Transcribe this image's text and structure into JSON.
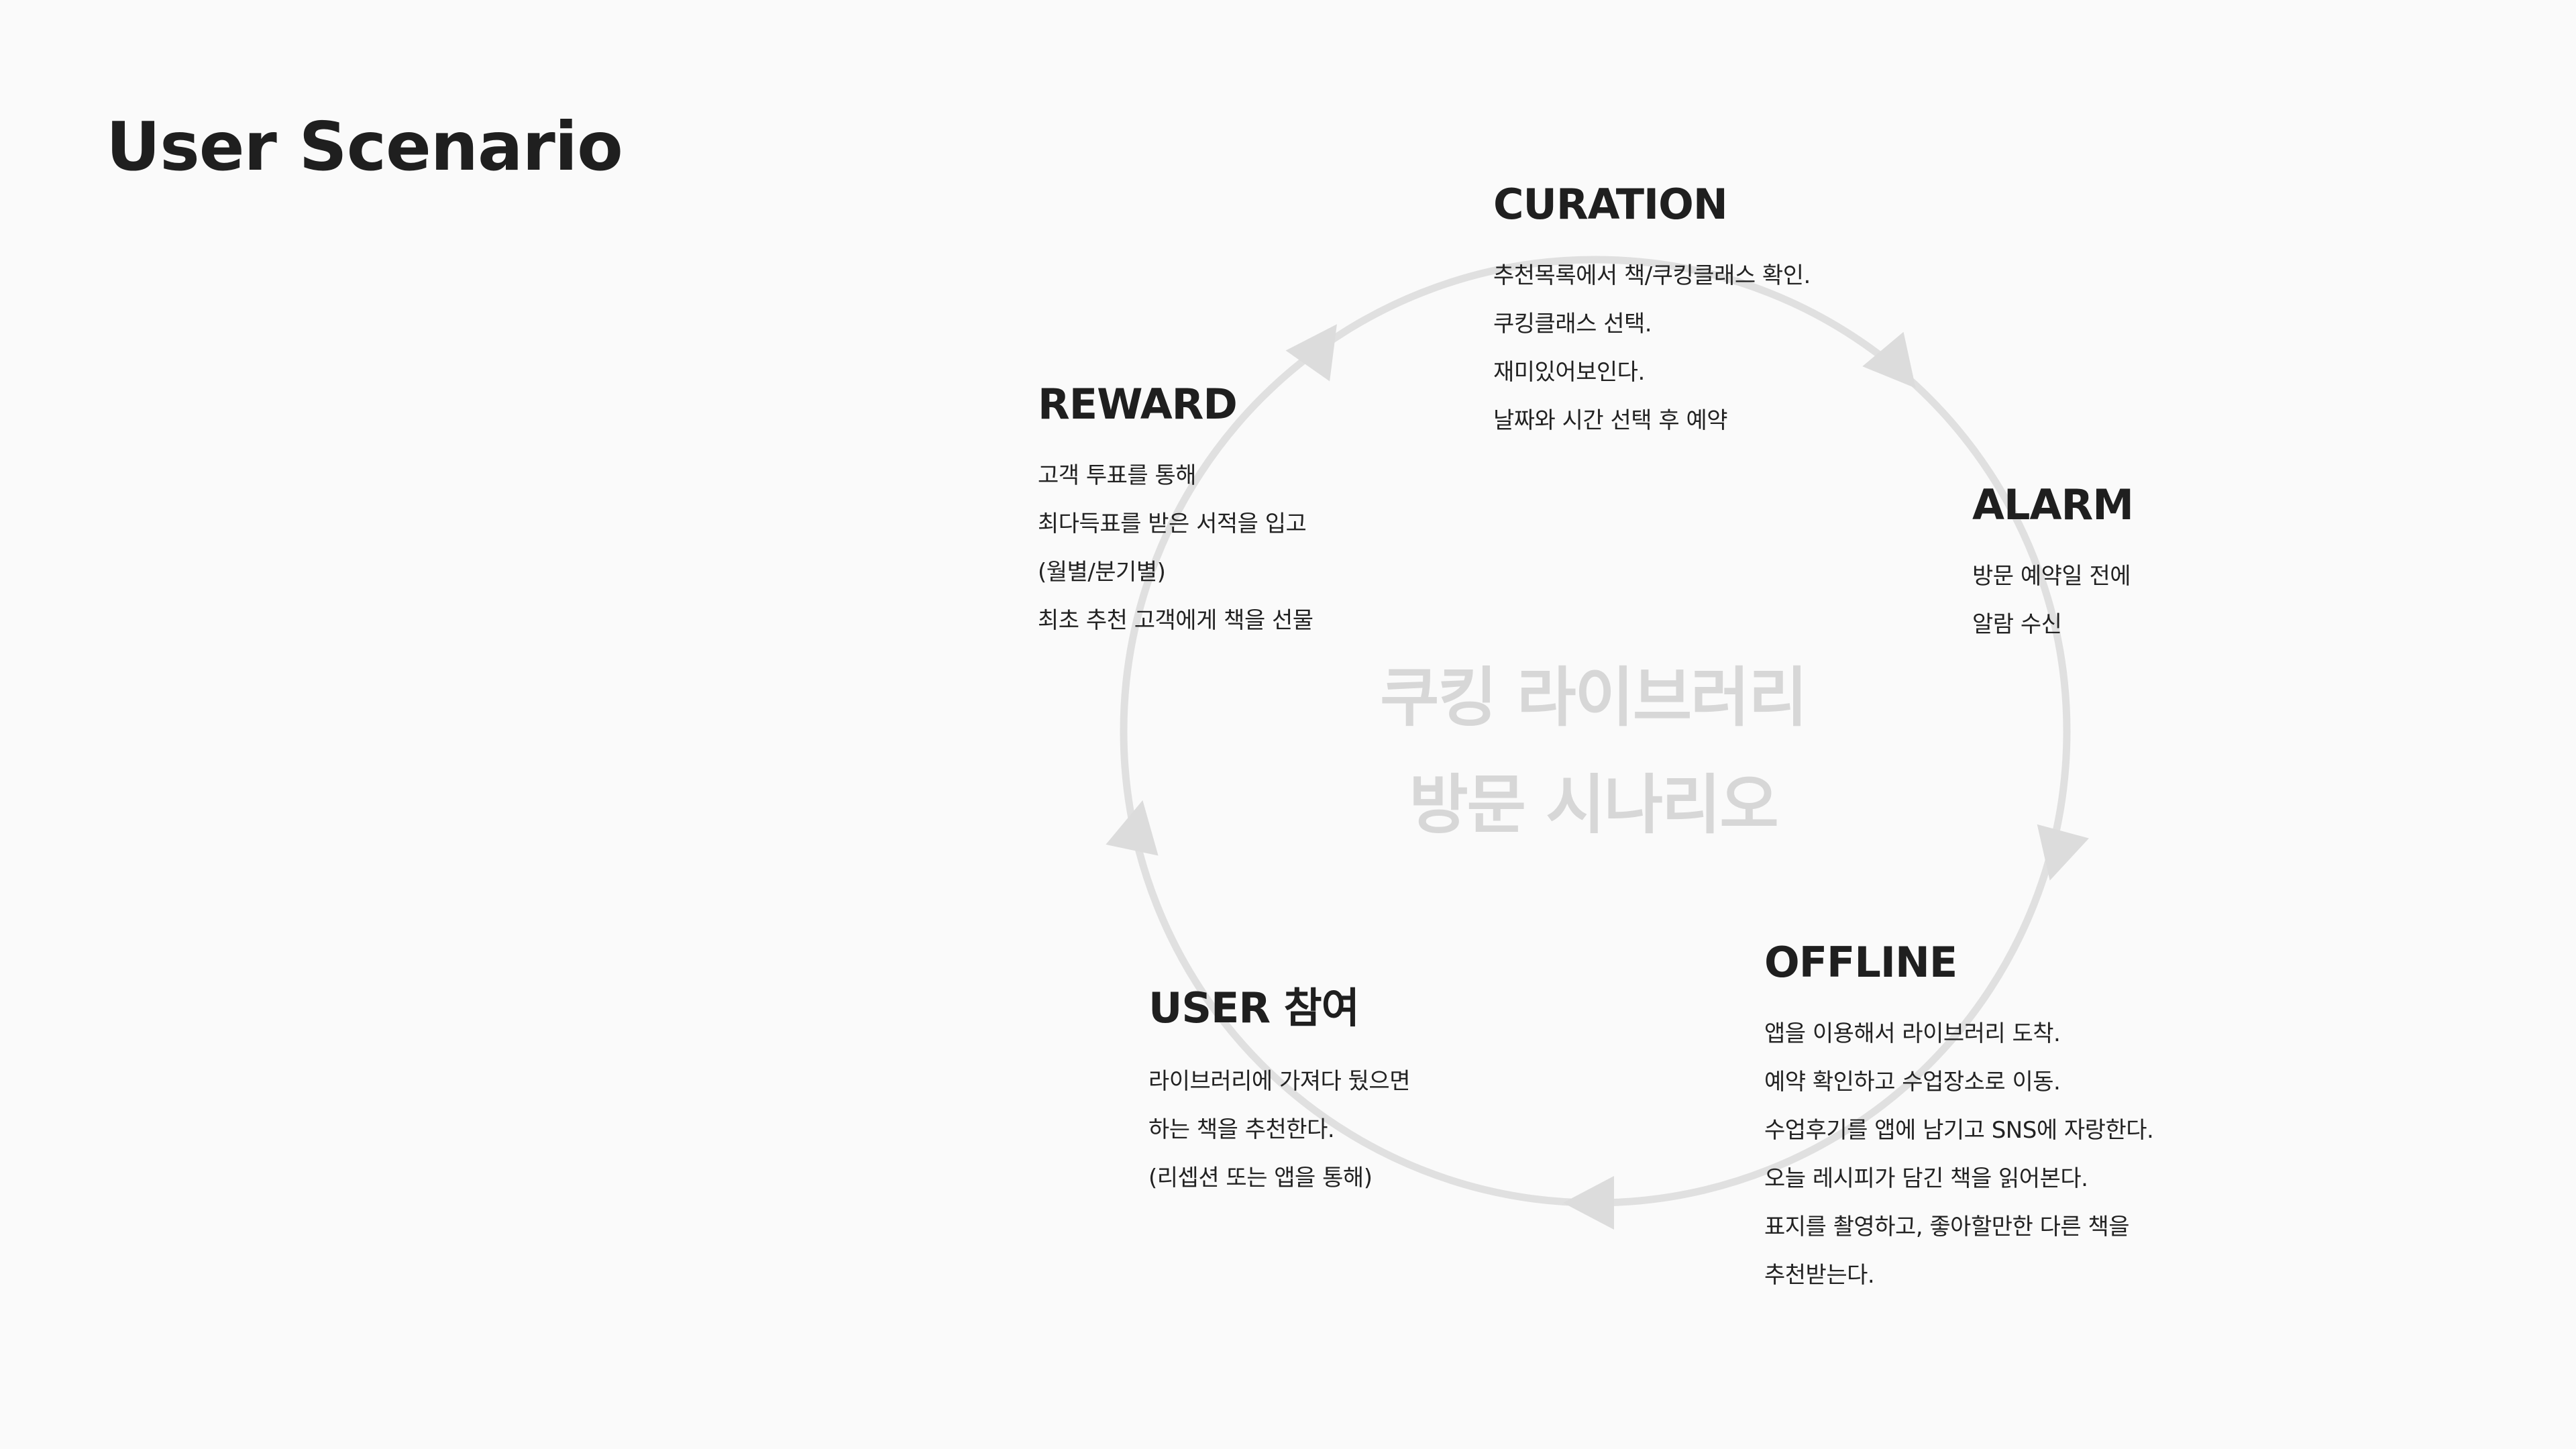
{
  "title": "User Scenario",
  "center": {
    "line1": "쿠킹 라이브러리",
    "line2": "방문 시나리오"
  },
  "stages": {
    "curation": {
      "title": "CURATION",
      "lines": [
        "추천목록에서 책/쿠킹클래스 확인.",
        "쿠킹클래스 선택.",
        "재미있어보인다.",
        "날짜와 시간 선택 후 예약"
      ]
    },
    "alarm": {
      "title": "ALARM",
      "lines": [
        "방문 예약일 전에",
        "알람 수신"
      ]
    },
    "offline": {
      "title": "OFFLINE",
      "lines": [
        "앱을 이용해서 라이브러리 도착.",
        "예약 확인하고 수업장소로 이동.",
        "수업후기를 앱에 남기고 SNS에 자랑한다.",
        "오늘 레시피가 담긴 책을 읽어본다.",
        "표지를 촬영하고, 좋아할만한 다른 책을",
        "추천받는다."
      ]
    },
    "user": {
      "title": "USER 참여",
      "lines": [
        "라이브러리에 가져다 뒀으면",
        "하는 책을 추천한다.",
        "(리셉션 또는 앱을 통해)"
      ]
    },
    "reward": {
      "title": "REWARD",
      "lines": [
        "고객 투표를 통해",
        "최다득표를 받은 서적을 입고",
        "(월별/분기별)",
        "최초 추천 고객에게 책을 선물"
      ]
    }
  },
  "colors": {
    "background": "#fafafa",
    "ring": "#e0e0e0",
    "arrow": "#dcdcdc",
    "text": "#1f1f1f",
    "center_text": "#d7d7d7"
  }
}
